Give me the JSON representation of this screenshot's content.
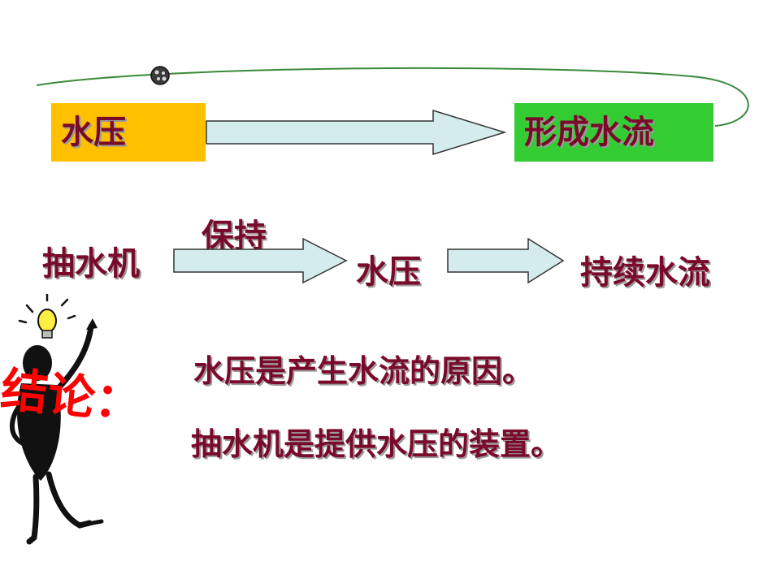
{
  "top_row": {
    "left_box": "水压",
    "right_box": "形成水流"
  },
  "middle_row": {
    "source": "抽水机",
    "arrow_label": "保持",
    "middle": "水压",
    "result": "持续水流"
  },
  "conclusion": {
    "title": "结论：",
    "line1": "水压是产生水流的原因。",
    "line2": "抽水机是提供水压的装置。"
  },
  "colors": {
    "text": "#7a0a2a",
    "yellow_box": "#ffc000",
    "green_box": "#33cc33",
    "arrow_fill": "#d4ecec",
    "conclusion_title": "#ff0000"
  }
}
